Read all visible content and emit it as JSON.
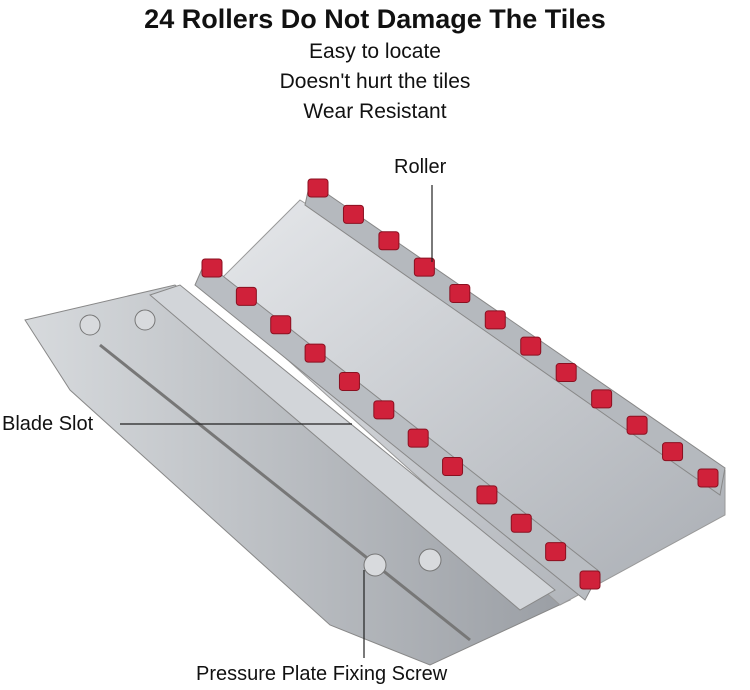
{
  "header": {
    "title": "24 Rollers Do Not Damage The Tiles",
    "features": [
      "Easy to locate",
      "Doesn't hurt the tiles",
      "Wear Resistant"
    ]
  },
  "callouts": {
    "roller": "Roller",
    "blade_slot": "Blade Slot",
    "screw": "Pressure Plate Fixing Screw"
  },
  "colors": {
    "roller": "#d0213a",
    "metal": "#c4c7cc"
  }
}
